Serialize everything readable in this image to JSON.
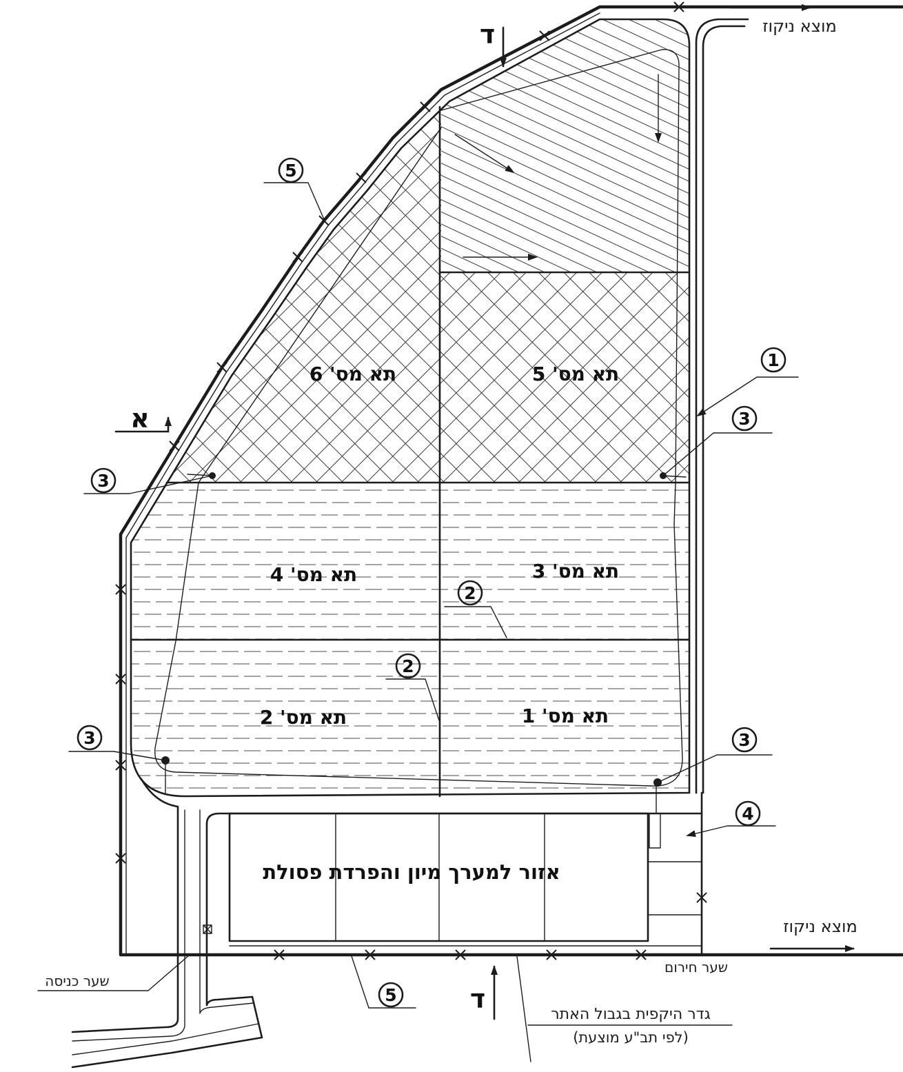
{
  "labels": {
    "drain_outlet_top": "מוצא ניקוז",
    "drain_outlet_right": "מוצא ניקוז",
    "emergency_gate": "שער חירום",
    "entry_gate": "שער כניסה",
    "perimeter_fence": "גדר היקפית בגבול האתר",
    "perimeter_fence_note": "(לפי תב\"ע מוצעת)",
    "sorting_area": "אזור למערך מיון והפרדת פסולת"
  },
  "cells": {
    "c1": "תא מס' 1",
    "c2": "תא מס' 2",
    "c3": "תא מס' 3",
    "c4": "תא מס' 4",
    "c5": "תא מס' 5",
    "c6": "תא מס' 6"
  },
  "callouts": {
    "top_fence": "5",
    "right_channel": "1",
    "right_top_sump": "3",
    "left_top_sump": "3",
    "divider_upper": "2",
    "divider_lower": "2",
    "left_bottom_sump": "3",
    "right_bottom_sump": "3",
    "service_area": "4",
    "bottom_fence": "5"
  },
  "sections": {
    "d_top": "ד",
    "a_left": "א",
    "d_bottom": "ד"
  }
}
